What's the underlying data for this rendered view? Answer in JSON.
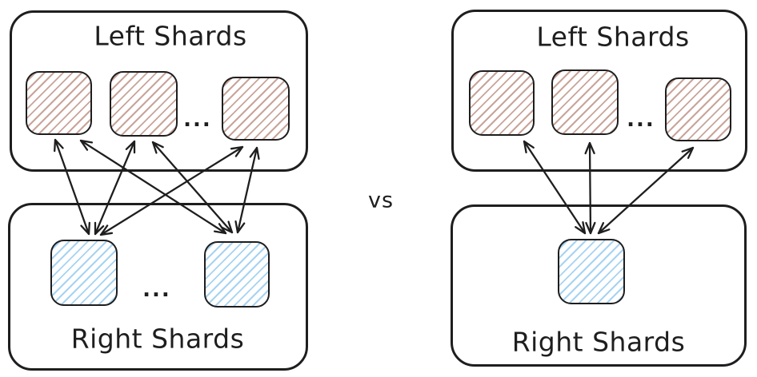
{
  "colors": {
    "stroke": "#1e1e1e",
    "left_shards_hatch": "#c9a49a",
    "right_shards_hatch": "#a7d3f2",
    "background": "#ffffff"
  },
  "comparison": {
    "separator": "vs"
  },
  "left_diagram": {
    "top_box": {
      "title": "Left Shards",
      "ellipsis": "..."
    },
    "bottom_box": {
      "title": "Right Shards",
      "ellipsis": "..."
    }
  },
  "right_diagram": {
    "top_box": {
      "title": "Left Shards",
      "ellipsis": "..."
    },
    "bottom_box": {
      "title": "Right Shards"
    }
  }
}
